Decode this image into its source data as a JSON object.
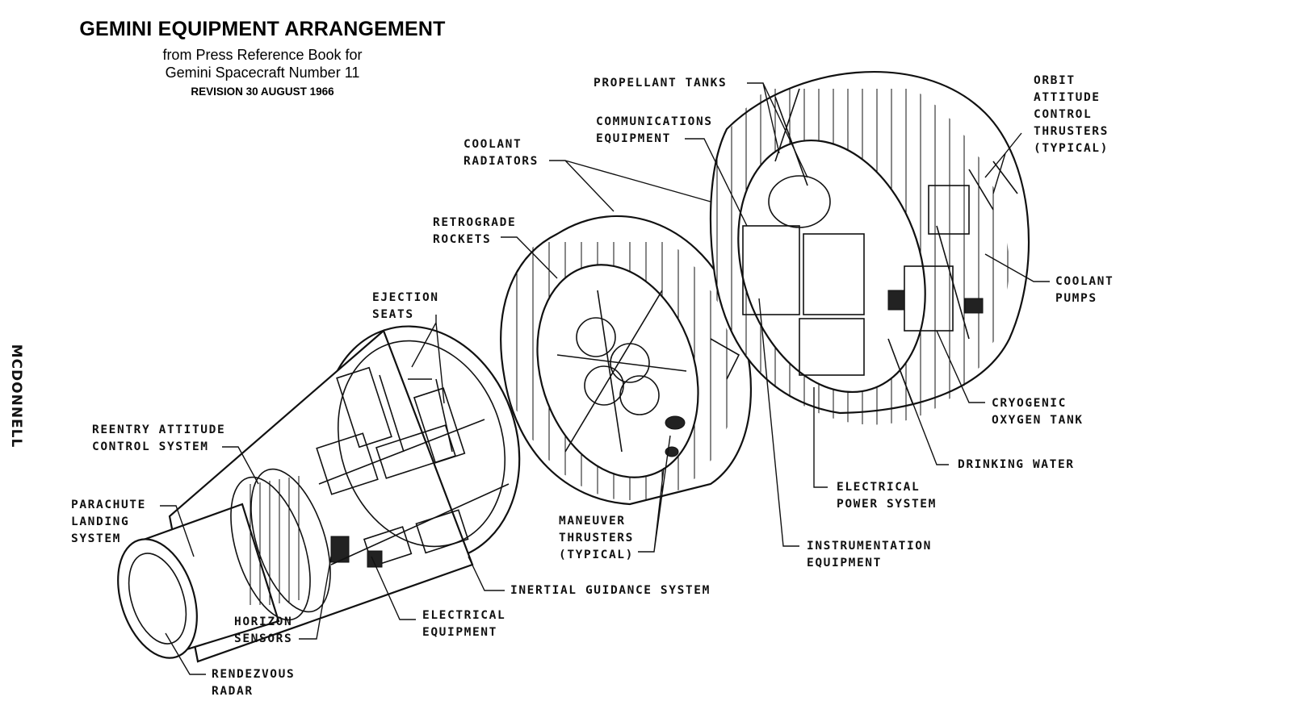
{
  "header": {
    "title": "GEMINI EQUIPMENT ARRANGEMENT",
    "subtitle_line1": "from Press Reference Book for",
    "subtitle_line2": "Gemini Spacecraft Number 11",
    "revision": "REVISION 30 AUGUST 1966"
  },
  "brand": "MCDONNELL",
  "labels": {
    "propellant_tanks": "PROPELLANT TANKS",
    "communications_equipment": "COMMUNICATIONS\nEQUIPMENT",
    "orbit_attitude_control_thrusters": "ORBIT\nATTITUDE\nCONTROL\nTHRUSTERS\n(TYPICAL)",
    "coolant_radiators": "COOLANT\nRADIATORS",
    "retrograde_rockets": "RETROGRADE\nROCKETS",
    "coolant_pumps": "COOLANT\nPUMPS",
    "ejection_seats": "EJECTION\nSEATS",
    "cryogenic_oxygen_tank": "CRYOGENIC\nOXYGEN TANK",
    "reentry_attitude_control_system": "REENTRY ATTITUDE\nCONTROL SYSTEM",
    "drinking_water": "DRINKING WATER",
    "parachute_landing_system": "PARACHUTE\nLANDING\nSYSTEM",
    "electrical_power_system": "ELECTRICAL\nPOWER SYSTEM",
    "maneuver_thrusters": "MANEUVER\nTHRUSTERS\n(TYPICAL)",
    "instrumentation_equipment": "INSTRUMENTATION\nEQUIPMENT",
    "inertial_guidance_system": "INERTIAL GUIDANCE SYSTEM",
    "horizon_sensors": "HORIZON\nSENSORS",
    "electrical_equipment": "ELECTRICAL\nEQUIPMENT",
    "rendezvous_radar": "RENDEZVOUS\nRADAR"
  }
}
